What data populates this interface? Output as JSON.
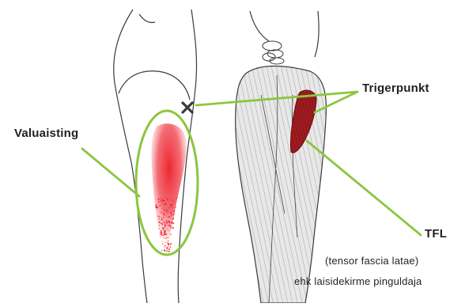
{
  "labels": {
    "referred_pain": "Valuaisting",
    "trigger_point": "Trigerpunkt",
    "muscle_abbr": "TFL",
    "muscle_latin": "(tensor fascia latae)",
    "muscle_local": "ehk laisidekirme pinguldaja"
  },
  "colors": {
    "pointer_line": "#8cc63f",
    "pain_area": "#ed1c24",
    "muscle": "#9e1b20",
    "outline": "#3a3a3a",
    "text": "#231f20"
  },
  "icons": {
    "trigger_marker": "x-mark-icon"
  }
}
